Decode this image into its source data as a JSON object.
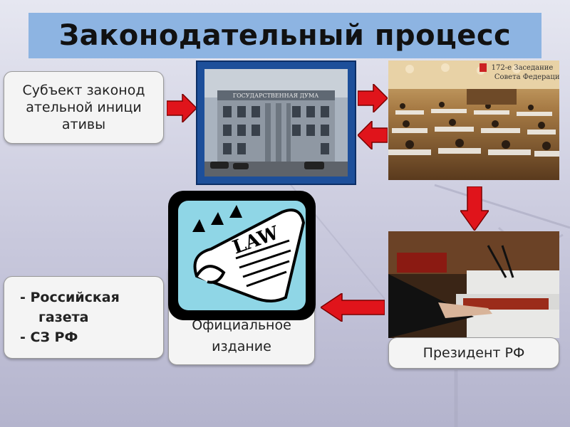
{
  "title": "Законодательный процесс",
  "boxes": {
    "subject": "Субъект законодательной инициативы",
    "gazette_line1": "- Российская",
    "gazette_line2": "газета",
    "gazette_line3": "- СЗ РФ",
    "official": "Официальное издание",
    "president": "Президент РФ"
  },
  "photo_text": {
    "duma_sign": "ГОСУДАРСТВЕННАЯ ДУМА",
    "council_line1": "172-е Заседание",
    "council_line2": "Совета Федерации"
  },
  "law_label": "LAW",
  "colors": {
    "title_bg": "#8db4e2",
    "arrow": "#e0141b",
    "duma_frame": "#1d4f9a",
    "law_bg": "#8fd6e6"
  }
}
